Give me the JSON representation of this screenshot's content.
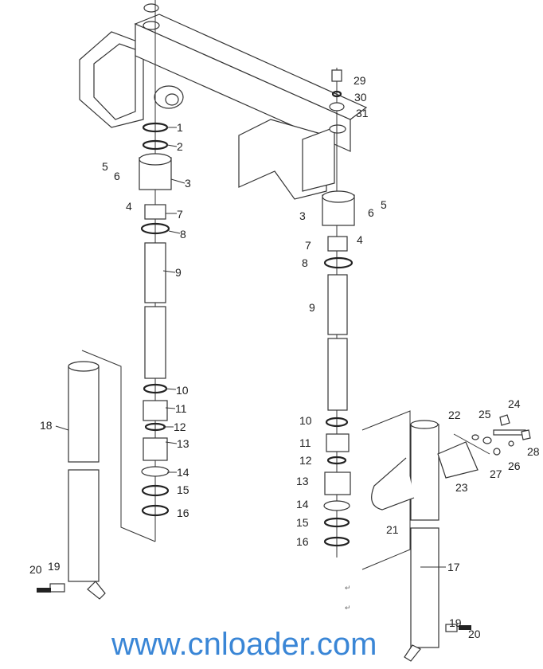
{
  "diagram": {
    "labels_left": [
      "1",
      "2",
      "3",
      "4",
      "5",
      "6",
      "7",
      "8",
      "9",
      "10",
      "11",
      "12",
      "13",
      "14",
      "15",
      "16",
      "18",
      "19",
      "20"
    ],
    "labels_right": [
      "3",
      "4",
      "5",
      "6",
      "7",
      "8",
      "9",
      "10",
      "11",
      "12",
      "13",
      "14",
      "15",
      "16",
      "17",
      "19",
      "20",
      "21",
      "22",
      "23",
      "24",
      "25",
      "26",
      "27",
      "28",
      "29",
      "30",
      "31"
    ],
    "paragraph_mark": "↵",
    "watermark": "www.cnloader.com"
  }
}
